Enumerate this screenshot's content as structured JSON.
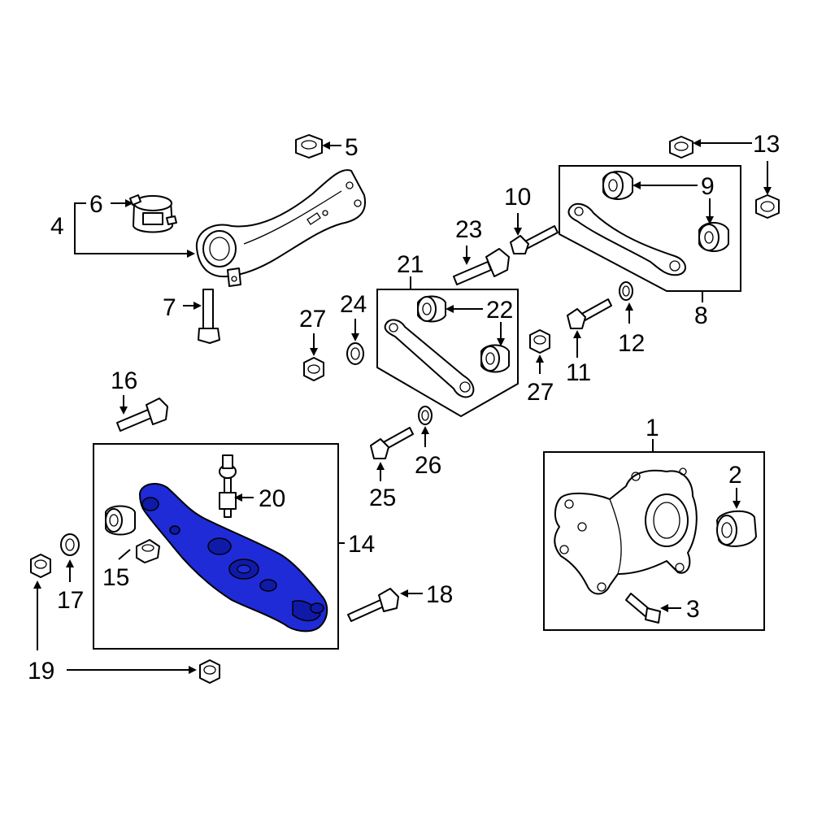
{
  "diagram": {
    "highlight_color": "#1f2bd6",
    "callouts": {
      "c1": "1",
      "c2": "2",
      "c3": "3",
      "c4": "4",
      "c5": "5",
      "c6": "6",
      "c7": "7",
      "c8": "8",
      "c9": "9",
      "c10": "10",
      "c11": "11",
      "c12": "12",
      "c13": "13",
      "c14": "14",
      "c15": "15",
      "c16": "16",
      "c17": "17",
      "c18": "18",
      "c19": "19",
      "c20": "20",
      "c21": "21",
      "c22": "22",
      "c23": "23",
      "c24": "24",
      "c25": "25",
      "c26": "26",
      "c27a": "27",
      "c27b": "27"
    }
  }
}
